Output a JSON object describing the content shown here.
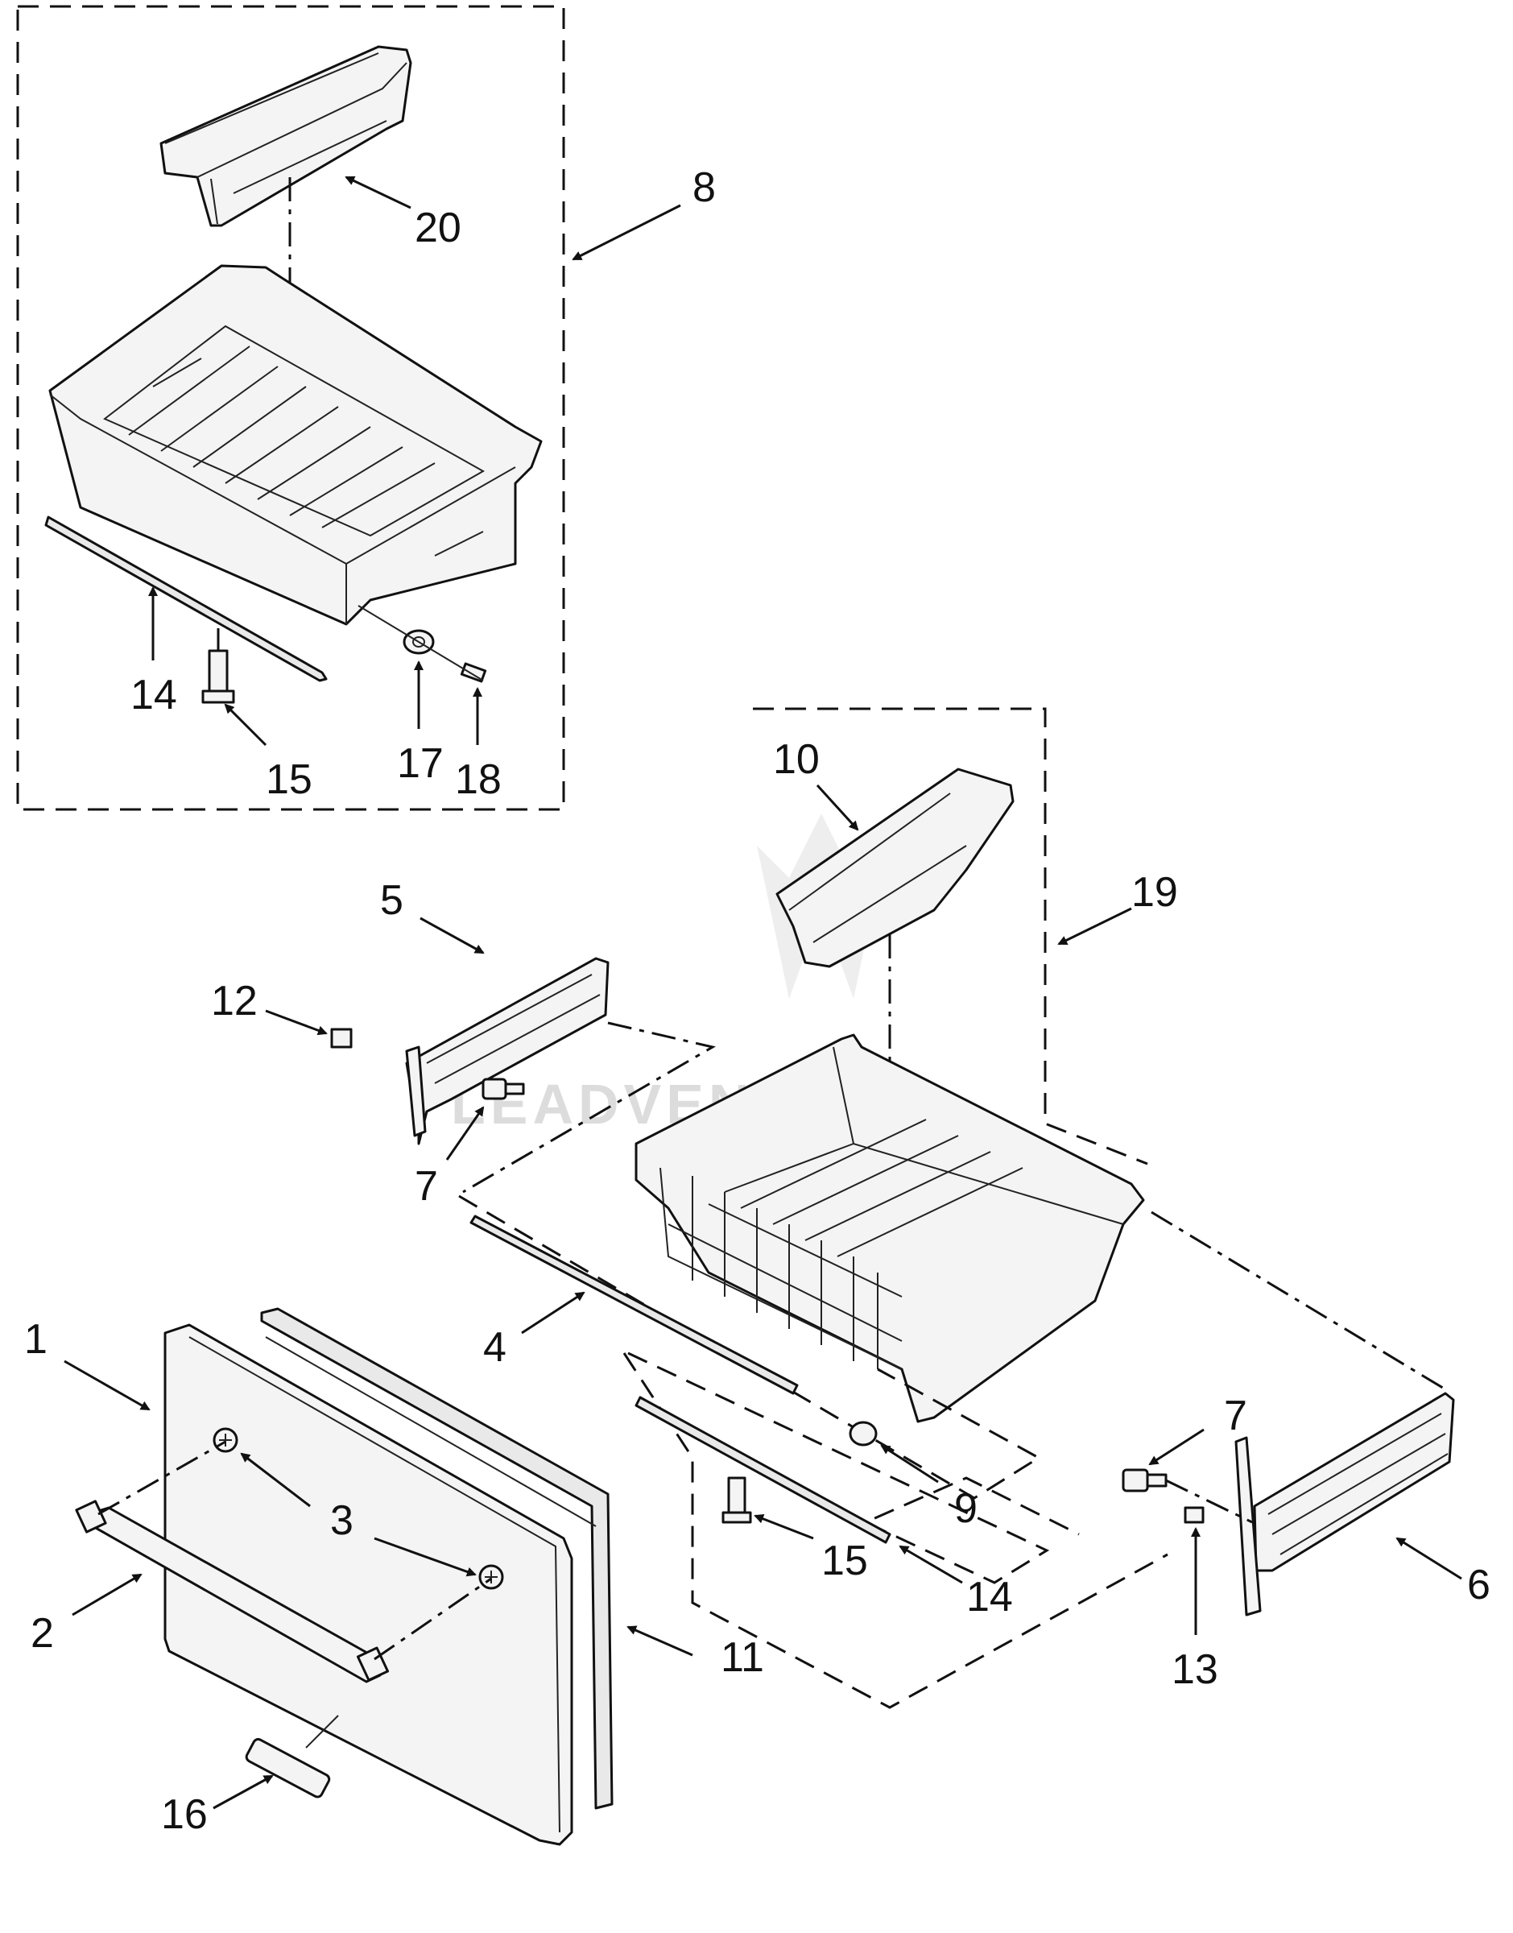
{
  "watermark": "LEADVENTURE",
  "callouts": [
    {
      "id": "1",
      "label": "1"
    },
    {
      "id": "2",
      "label": "2"
    },
    {
      "id": "3",
      "label": "3"
    },
    {
      "id": "4",
      "label": "4"
    },
    {
      "id": "5",
      "label": "5"
    },
    {
      "id": "6",
      "label": "6"
    },
    {
      "id": "7a",
      "label": "7"
    },
    {
      "id": "7b",
      "label": "7"
    },
    {
      "id": "8",
      "label": "8"
    },
    {
      "id": "9",
      "label": "9"
    },
    {
      "id": "10",
      "label": "10"
    },
    {
      "id": "11",
      "label": "11"
    },
    {
      "id": "12",
      "label": "12"
    },
    {
      "id": "13",
      "label": "13"
    },
    {
      "id": "14a",
      "label": "14"
    },
    {
      "id": "14b",
      "label": "14"
    },
    {
      "id": "15a",
      "label": "15"
    },
    {
      "id": "15b",
      "label": "15"
    },
    {
      "id": "16",
      "label": "16"
    },
    {
      "id": "17",
      "label": "17"
    },
    {
      "id": "18",
      "label": "18"
    },
    {
      "id": "19",
      "label": "19"
    },
    {
      "id": "20",
      "label": "20"
    }
  ]
}
